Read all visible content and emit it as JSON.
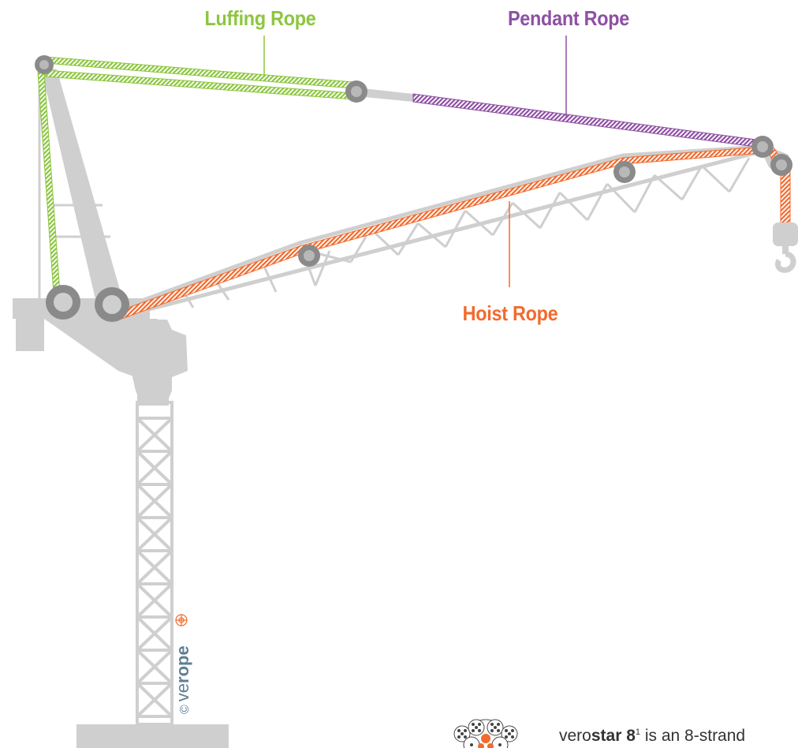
{
  "labels": {
    "luffing": "Luffing Rope",
    "pendant": "Pendant Rope",
    "hoist": "Hoist Rope"
  },
  "colors": {
    "luffing": "#8cc63f",
    "pendant": "#8e4fa3",
    "hoist": "#f26a2d",
    "crane": "#cfcfcf",
    "sheave": "#8a8a8a",
    "brand": "#5f7f94"
  },
  "brand": {
    "copyright": "©",
    "prefix": "ve",
    "name": "rope"
  },
  "description": {
    "prefix": "vero",
    "product": "star 8",
    "footnote": "1",
    "text": " is an 8-strand"
  }
}
